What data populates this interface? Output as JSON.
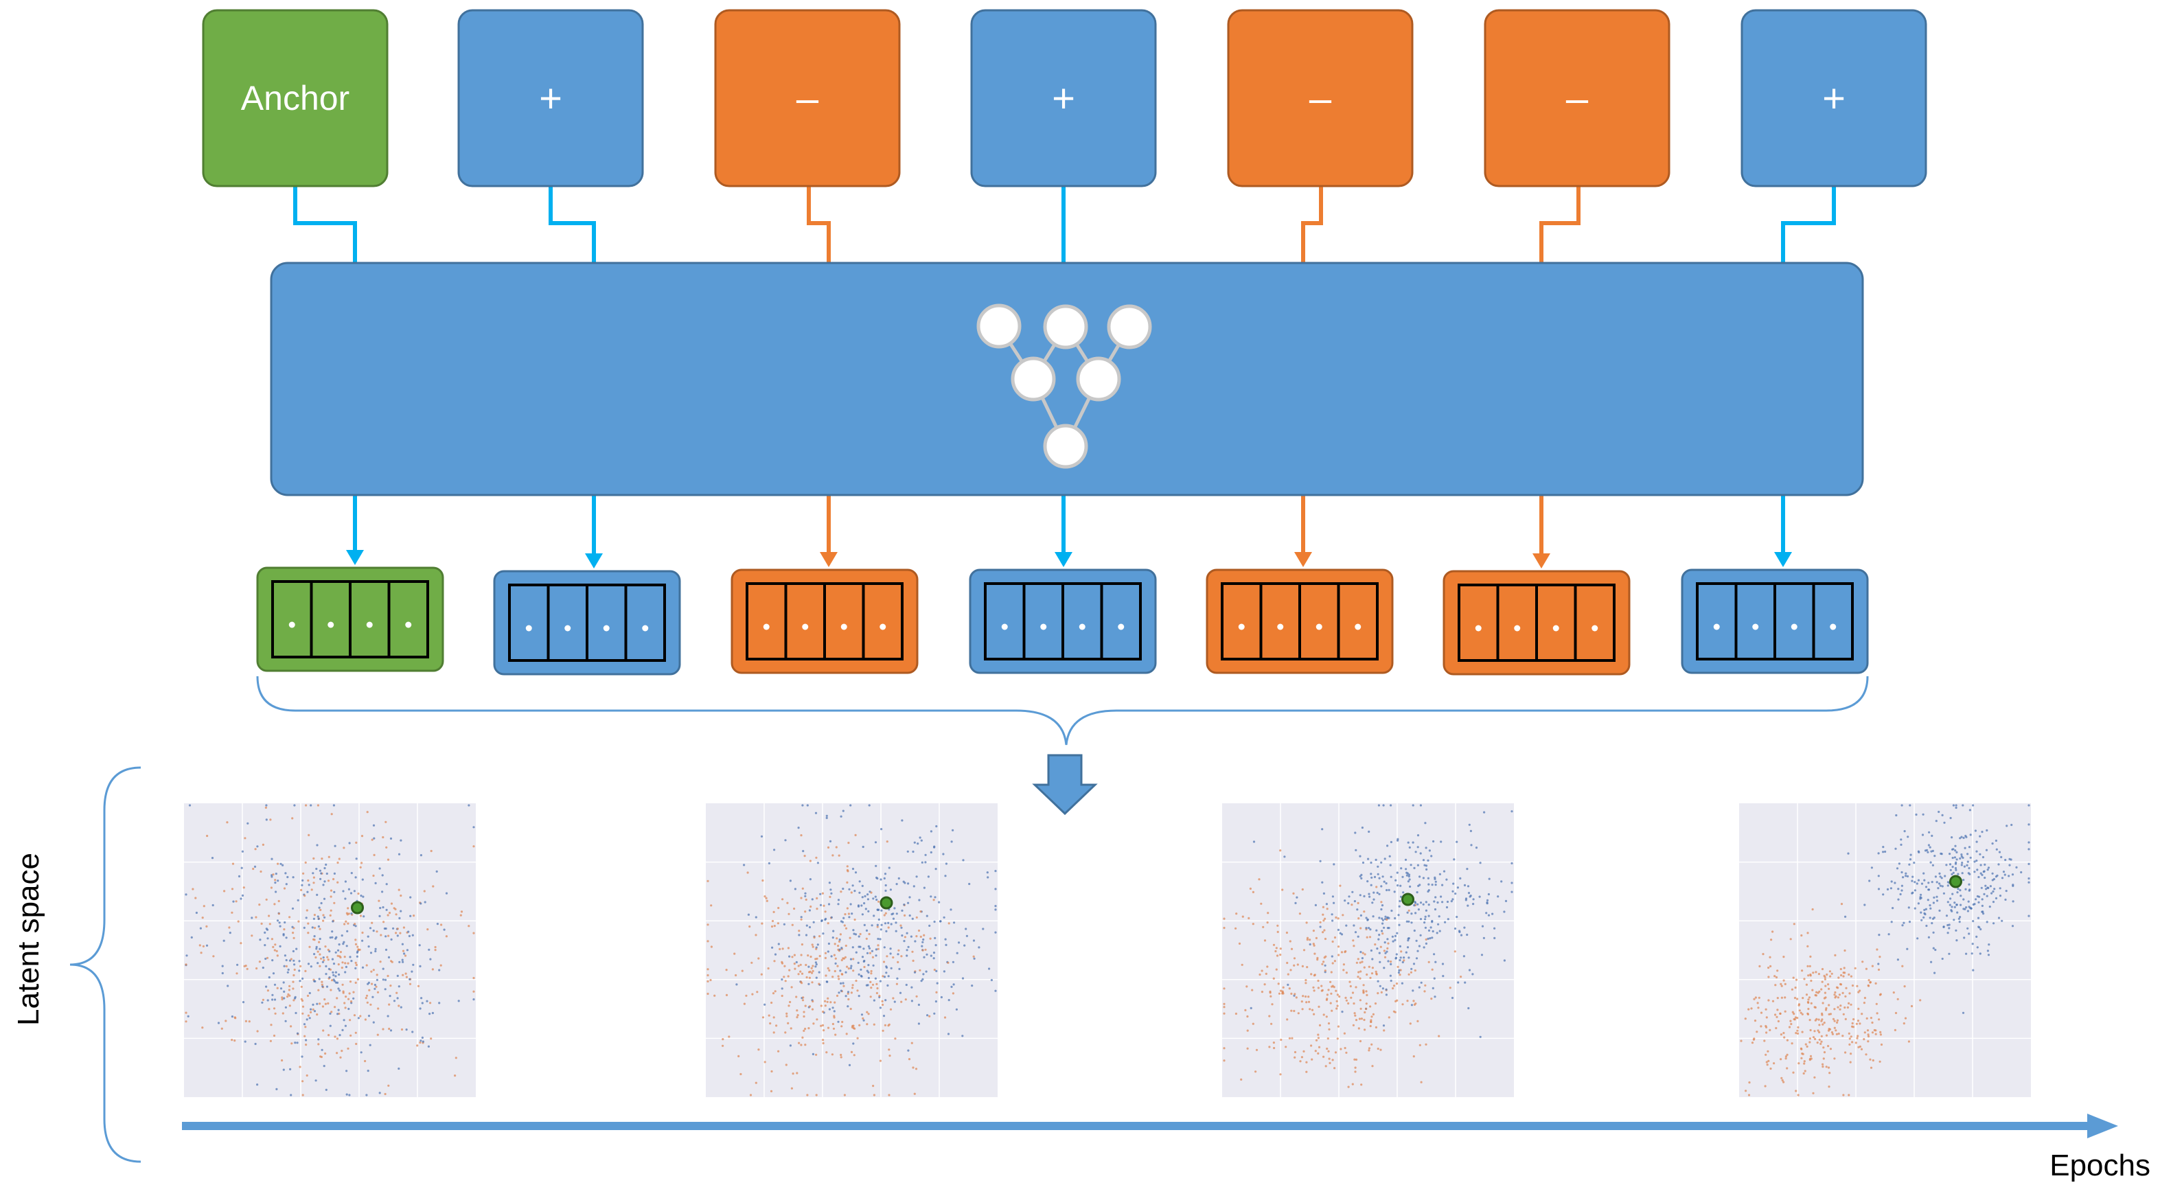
{
  "inputs": [
    {
      "label": "Anchor",
      "kind": "anchor"
    },
    {
      "label": "+",
      "kind": "positive"
    },
    {
      "label": "–",
      "kind": "negative"
    },
    {
      "label": "+",
      "kind": "positive"
    },
    {
      "label": "–",
      "kind": "negative"
    },
    {
      "label": "–",
      "kind": "negative"
    },
    {
      "label": "+",
      "kind": "positive"
    }
  ],
  "embeddings": {
    "cells_per_vector": 4
  },
  "network": {
    "icon": "neural-network-icon"
  },
  "latent_space": {
    "label": "Latent space",
    "panels": [
      {
        "separation": 0.0
      },
      {
        "separation": 0.35
      },
      {
        "separation": 0.6
      },
      {
        "separation": 1.0
      }
    ]
  },
  "epochs_label": "Epochs",
  "colors": {
    "anchor": "#70ad47",
    "positive": "#5b9bd5",
    "negative": "#ed7d31",
    "network": "#5b9bd5",
    "line_positive": "#00b0f0",
    "line_negative": "#ed7d31",
    "brace": "#5b9bd5",
    "panel_bg": "#eaeaf2"
  }
}
